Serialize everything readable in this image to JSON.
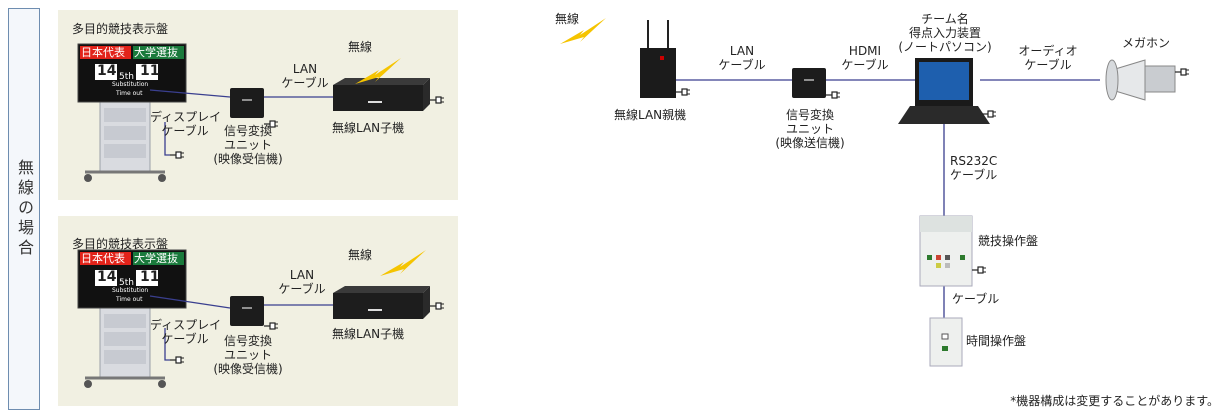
{
  "side_label": "無線の場合",
  "panels": [
    {
      "title": "多目的競技表示盤",
      "board": {
        "team_left": "日本代表",
        "team_right": "大学選抜",
        "score_left": "14",
        "score_right": "11",
        "period": "5th",
        "row1": "Substitution",
        "row2": "Time out"
      },
      "cable_display": [
        "ディスプレイ",
        "ケーブル"
      ],
      "unit": [
        "信号変換",
        "ユニット",
        "(映像受信機)"
      ],
      "cable_lan": [
        "LAN",
        "ケーブル"
      ],
      "wireless": "無線",
      "wlan_child": "無線LAN子機"
    },
    {
      "title": "多目的競技表示盤",
      "board": {
        "team_left": "日本代表",
        "team_right": "大学選抜",
        "score_left": "14",
        "score_right": "11",
        "period": "5th",
        "row1": "Substitution",
        "row2": "Time out"
      },
      "cable_display": [
        "ディスプレイ",
        "ケーブル"
      ],
      "unit": [
        "信号変換",
        "ユニット",
        "(映像受信機)"
      ],
      "cable_lan": [
        "LAN",
        "ケーブル"
      ],
      "wireless": "無線",
      "wlan_child": "無線LAN子機"
    }
  ],
  "right": {
    "wireless": "無線",
    "wlan_parent": "無線LAN親機",
    "lan_cable": [
      "LAN",
      "ケーブル"
    ],
    "unit": [
      "信号変換",
      "ユニット",
      "(映像送信機)"
    ],
    "hdmi_cable": [
      "HDMI",
      "ケーブル"
    ],
    "pc": [
      "チーム名",
      "得点入力装置",
      "(ノートパソコン)"
    ],
    "audio_cable": [
      "オーディオ",
      "ケーブル"
    ],
    "megaphone": "メガホン",
    "rs232c_cable": [
      "RS232C",
      "ケーブル"
    ],
    "console": "競技操作盤",
    "cable": "ケーブル",
    "timer": "時間操作盤"
  },
  "footnote": "*機器構成は変更することがあります。",
  "colors": {
    "panel_bg": "#f1f0e2",
    "line": "#3a3f8f",
    "bolt": "#f5c400",
    "team_left": "#e2231a",
    "team_right": "#1a7a3c",
    "border": "#6e8db0"
  }
}
